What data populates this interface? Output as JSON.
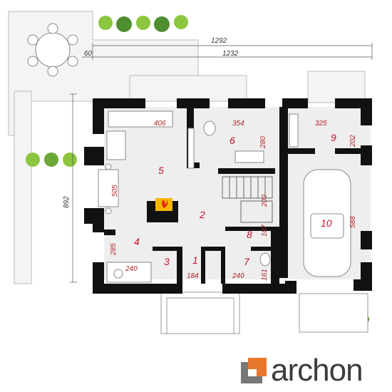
{
  "dimensions": {
    "total_width": "1292",
    "wall_offset": "60",
    "inner_width": "1232",
    "depth": "892"
  },
  "rooms": [
    {
      "number": "1",
      "width": "184"
    },
    {
      "number": "2"
    },
    {
      "number": "3"
    },
    {
      "number": "4",
      "width": "240",
      "height": "285"
    },
    {
      "number": "5",
      "height": "505",
      "width": "406"
    },
    {
      "number": "6",
      "width": "354",
      "height": "280"
    },
    {
      "number": "7",
      "width": "240",
      "height": "161"
    },
    {
      "number": "8",
      "height": "107"
    },
    {
      "number": "9",
      "width": "325",
      "height": "202"
    },
    {
      "number": "10",
      "height": "588"
    }
  ],
  "stairs": {
    "height": "200"
  },
  "brand": {
    "name": "archon"
  },
  "colors": {
    "wall": "#111111",
    "room_label": "#c8102e",
    "dim_red": "#b22222",
    "logo_orange": "#e8772e",
    "logo_gray": "#777777",
    "floor": "#eeeeee",
    "terrace": "#f6f6f6"
  }
}
